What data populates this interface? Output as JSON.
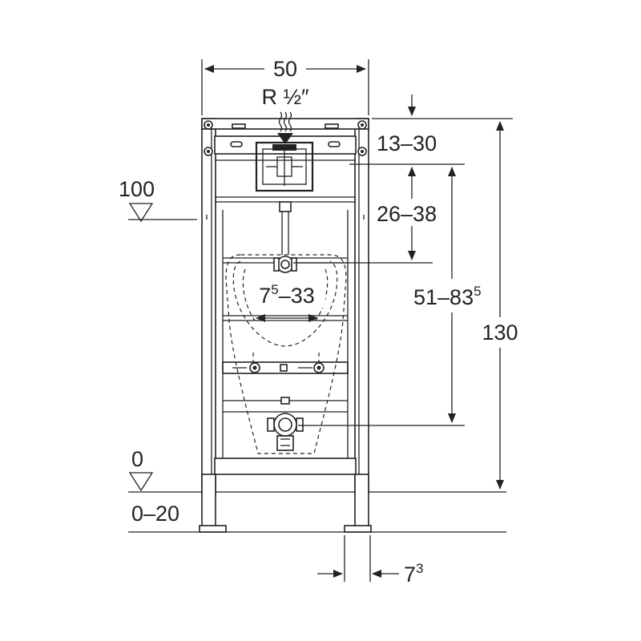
{
  "dimensions": {
    "width": "50",
    "connection": "R ½″",
    "inlet_offset": "13–30",
    "level_100": "100",
    "height_26_38": "26–38",
    "height_51_83": {
      "main": "51–83",
      "sup": "5"
    },
    "total_height": "130",
    "spacing_7_33": {
      "base": "7",
      "sup": "5",
      "rest": "–33"
    },
    "level_0": "0",
    "floor_range": "0–20",
    "depth": {
      "base": "7",
      "sup": "3"
    }
  }
}
